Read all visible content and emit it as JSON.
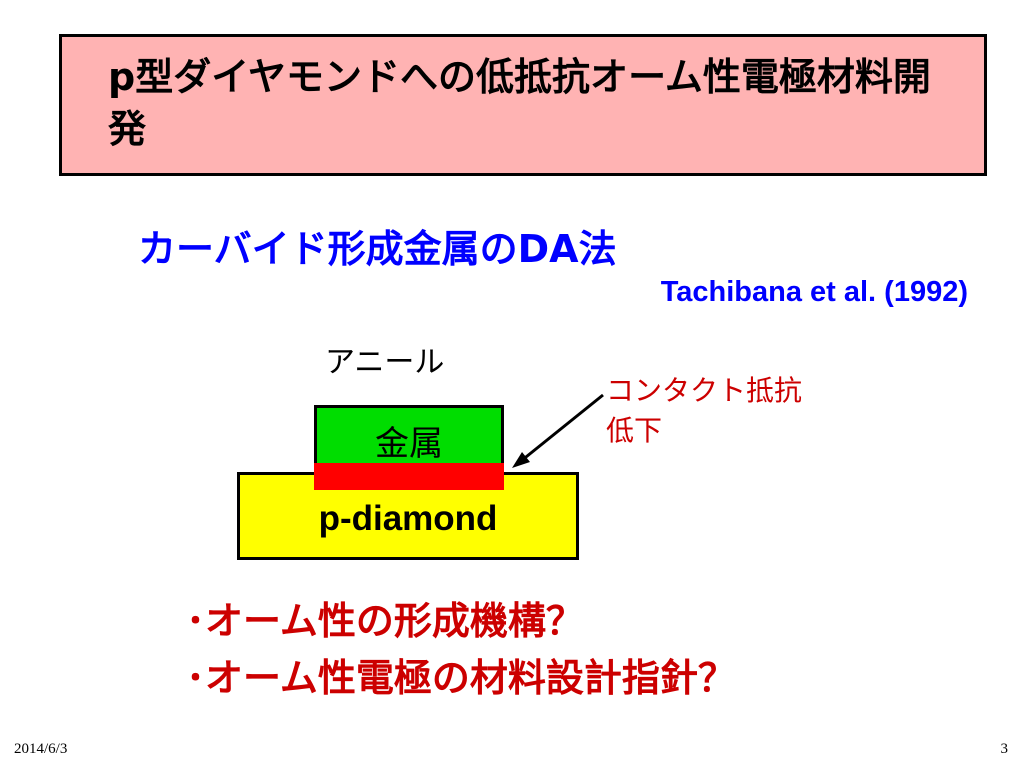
{
  "slide": {
    "title": "p型ダイヤモンドへの低抵抗オーム性電極材料開発",
    "subtitle": "カーバイド形成金属のDA法",
    "citation": "Tachibana et al. (1992)"
  },
  "diagram": {
    "anneal_label": "アニール",
    "contact_label_line1": "コンタクト抵抗",
    "contact_label_line2": "低下",
    "metal_label": "金属",
    "substrate_label": "p-diamond"
  },
  "questions": [
    "･オーム性の形成機構？",
    "･オーム性電極の材料設計指針？"
  ],
  "footer": {
    "date": "2014/6/3",
    "page": "3"
  },
  "colors": {
    "title_bg": "#ffb3b3",
    "subtitle": "#0000ff",
    "question": "#cc0000",
    "metal": "#00dd00",
    "interface": "#ff0000",
    "substrate": "#ffff00"
  }
}
